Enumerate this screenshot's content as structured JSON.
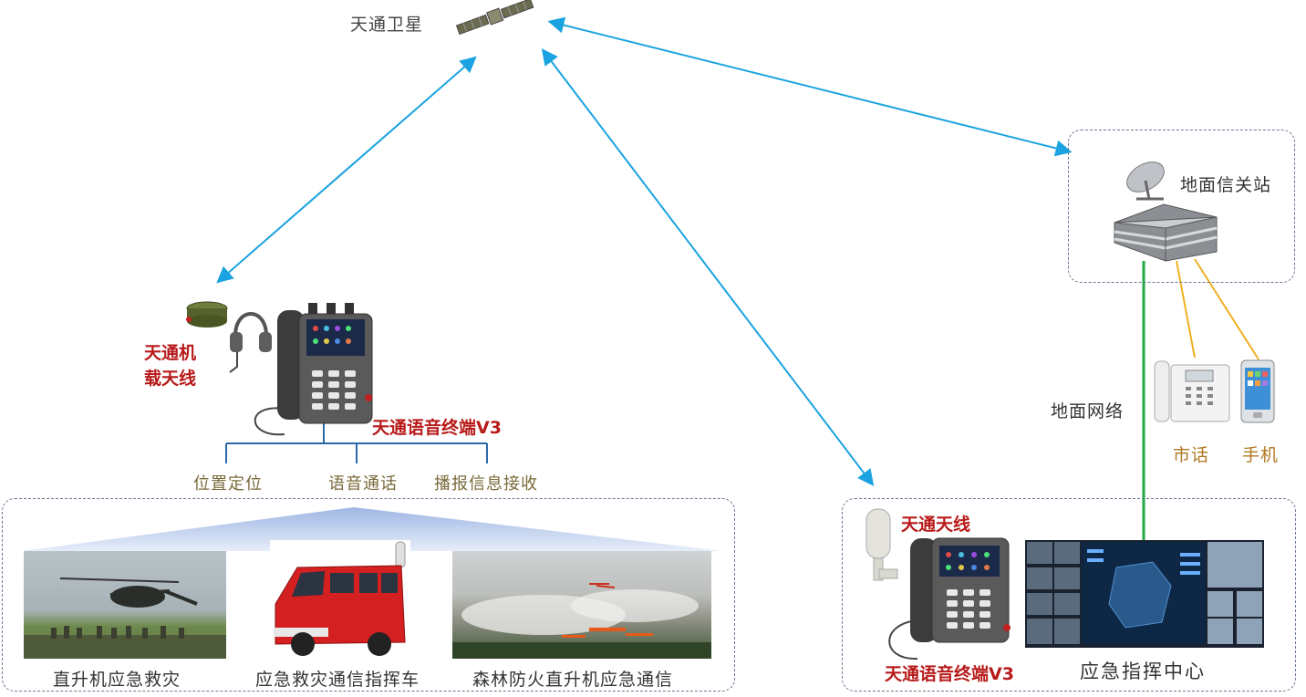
{
  "satellite": {
    "label": "天通卫星"
  },
  "gateway": {
    "label": "地面信关站"
  },
  "ground_network": {
    "label": "地面网络"
  },
  "landline": {
    "label": "市话"
  },
  "mobile": {
    "label": "手机"
  },
  "airborne_antenna": {
    "line1": "天通机",
    "line2": "载天线"
  },
  "terminal_left": {
    "label": "天通语音终端V3"
  },
  "functions": [
    {
      "label": "位置定位"
    },
    {
      "label": "语音通话"
    },
    {
      "label": "播报信息接收"
    }
  ],
  "scenarios": [
    {
      "label": "直升机应急救灾"
    },
    {
      "label": "应急救灾通信指挥车"
    },
    {
      "label": "森林防火直升机应急通信"
    }
  ],
  "command_center": {
    "antenna_label": "天通天线",
    "terminal_label": "天通语音终端V3",
    "label": "应急指挥中心"
  },
  "colors": {
    "satellite_link": "#1aa3e0",
    "ground_network_line": "#22aa44",
    "pstn_line": "#f0b020",
    "box_border": "#6a7894",
    "red_label": "#b81a1a"
  }
}
